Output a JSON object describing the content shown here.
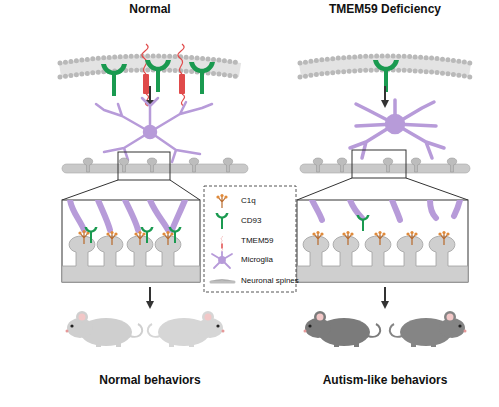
{
  "diagram": {
    "labels": [
      "Normal",
      "TMEM59 Deficiency",
      "Normal behaviors",
      "Autism-like behaviors"
    ],
    "legend": [
      {
        "text": "C1q"
      },
      {
        "text": "CD93"
      },
      {
        "text": "TMEM59"
      },
      {
        "text": "Microglia"
      },
      {
        "text": "Neuronal spines"
      }
    ]
  }
}
